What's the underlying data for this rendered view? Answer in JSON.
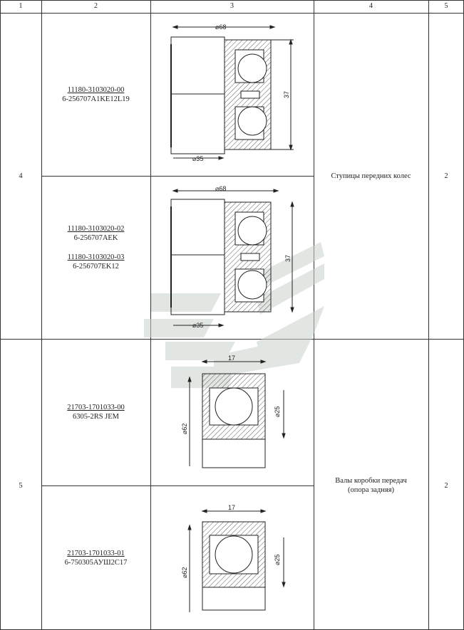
{
  "header": {
    "cols": [
      "1",
      "2",
      "3",
      "4",
      "5"
    ]
  },
  "groups": [
    {
      "number": "4",
      "application": "Ступицы передних колес",
      "quantity": "2",
      "items": [
        {
          "parts": [
            {
              "code": "11180-3103020-00",
              "designation": "6-256707A1KE12L19"
            }
          ],
          "dims": {
            "outer": "⌀68",
            "inner": "⌀35",
            "width": "37"
          }
        },
        {
          "parts": [
            {
              "code": "11180-3103020-02",
              "designation": "6-256707AEK"
            },
            {
              "code": "11180-3103020-03",
              "designation": "6-256707EK12"
            }
          ],
          "dims": {
            "outer": "⌀68",
            "inner": "⌀35",
            "width": "37"
          }
        }
      ]
    },
    {
      "number": "5",
      "application": "Валы коробки передач\n(опора задняя)",
      "quantity": "2",
      "items": [
        {
          "parts": [
            {
              "code": "21703-1701033-00",
              "designation": "6305-2RS JEM"
            }
          ],
          "dims": {
            "width": "17",
            "outer": "⌀62",
            "inner": "⌀25"
          }
        },
        {
          "parts": [
            {
              "code": "21703-1701033-01",
              "designation": "6-750305АУШ2С17"
            }
          ],
          "dims": {
            "width": "17",
            "outer": "⌀62",
            "inner": "⌀25"
          }
        }
      ]
    }
  ]
}
